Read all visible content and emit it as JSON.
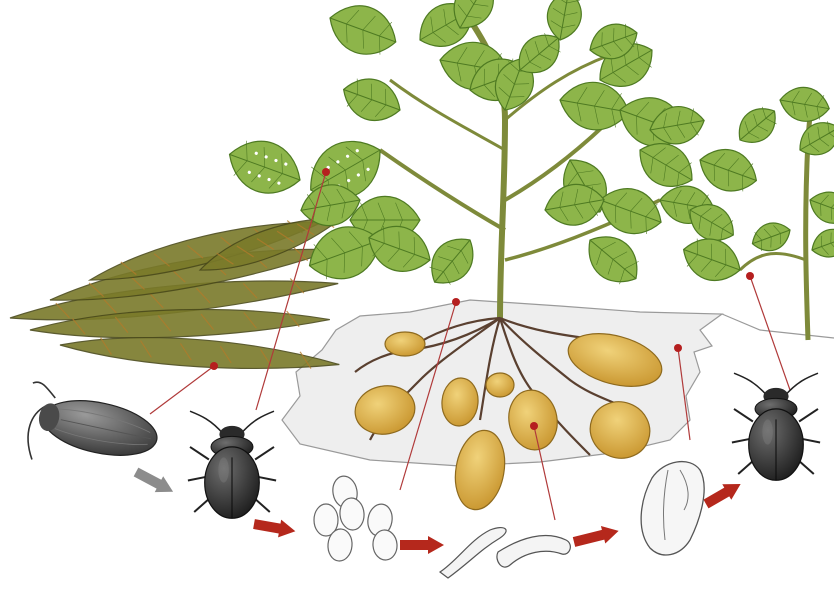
{
  "diagram": {
    "stages": [
      {
        "id": "adult-overwintering",
        "icon": "beetle-icon"
      },
      {
        "id": "adult-emerged",
        "icon": "beetle-icon"
      },
      {
        "id": "eggs",
        "icon": "eggs-icon"
      },
      {
        "id": "larvae",
        "icon": "larva-icon"
      },
      {
        "id": "pupa",
        "icon": "pupa-icon"
      },
      {
        "id": "adult-new",
        "icon": "beetle-icon"
      }
    ],
    "arrow_colors": {
      "primary": "#b5281c",
      "secondary": "#8c8c8c"
    },
    "marker_color": "#b51f1f",
    "leader_color": "#b03a3a",
    "plant_colors": {
      "leaf": "#8db54a",
      "leaf_dark": "#4e7a22",
      "stem": "#7e8a3a",
      "tuber": "#d8b252",
      "wilted": "#7a7a2a",
      "soil": "#eeeeee"
    }
  }
}
